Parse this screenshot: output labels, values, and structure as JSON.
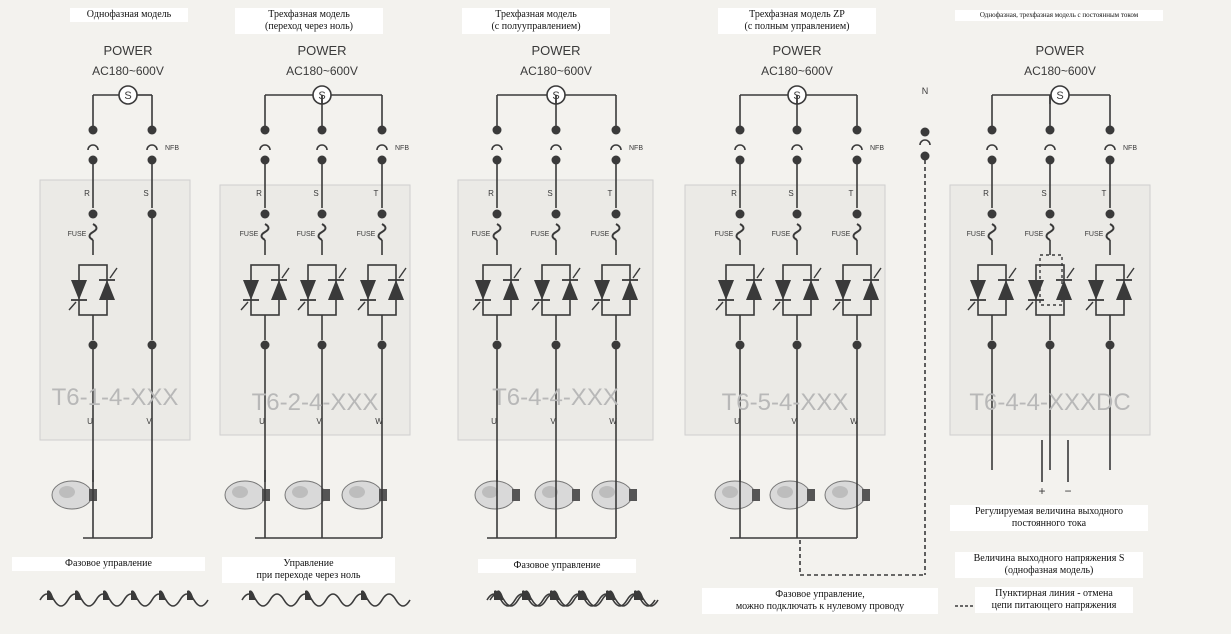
{
  "colors": {
    "line": "#3a3a3a",
    "panel": "#ebeae6",
    "model_text": "#b8b8b8",
    "background": "#f3f2ee",
    "label_box": "#ffffff"
  },
  "power": {
    "title": "POWER",
    "voltage": "AC180~600V",
    "source_symbol": "S"
  },
  "common_labels": {
    "nfb": "NFB",
    "fuse": "FUSE",
    "neutral": "N"
  },
  "modules": [
    {
      "header": "Однофазная модель",
      "model": "T6-1-4-XXX",
      "terminals_in": [
        "R",
        "S"
      ],
      "terminals_out": [
        "U",
        "V"
      ],
      "footer": "Фазовое управление",
      "waveform": "phase"
    },
    {
      "header": "Трехфазная модель\n(переход через ноль)",
      "model": "T6-2-4-XXX",
      "terminals_in": [
        "R",
        "S",
        "T"
      ],
      "terminals_out": [
        "U",
        "V",
        "W"
      ],
      "footer": "Управление\nпри переходе через ноль",
      "waveform": "zero-cross"
    },
    {
      "header": "Трехфазная модель\n(с полууправлением)",
      "model": "T6-4-4-XXX",
      "terminals_in": [
        "R",
        "S",
        "T"
      ],
      "terminals_out": [
        "U",
        "V",
        "W"
      ],
      "footer": "Фазовое управление",
      "waveform": "phase"
    },
    {
      "header": "Трехфазная модель ZP\n(с полным управлением)",
      "model": "T6-5-4-XXX",
      "terminals_in": [
        "R",
        "S",
        "T"
      ],
      "terminals_out": [
        "U",
        "V",
        "W"
      ],
      "footer": "Фазовое управление,\nможно подключать к нулевому проводу",
      "waveform": "phase"
    },
    {
      "header": "Однофазная, трехфазная модель с постоянным током",
      "model": "T6-4-4-XXXDC",
      "terminals_in": [
        "R",
        "S",
        "T"
      ],
      "terminals_out": [],
      "footer": "",
      "waveform": ""
    }
  ],
  "notes": {
    "dc_output": "Регулируемая величина выходного\nпостоянного тока",
    "voltage_s": "Величина выходного напряжения  S\n(однофазная модель)",
    "dashed": "Пунктирная линия  - отмена\nцепи питающего напряжения"
  }
}
